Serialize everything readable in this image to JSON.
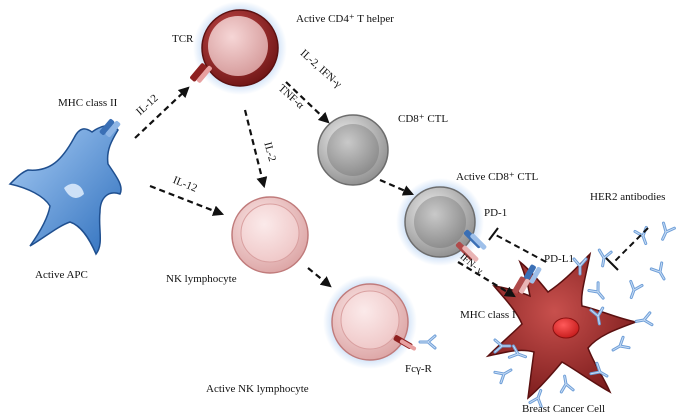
{
  "labels": {
    "active_cd4_t_helper": "Active  CD4⁺ T helper",
    "tcr": "TCR",
    "mhc_class_ii": "MHC class II",
    "il12_top": "IL-12",
    "il2_ifn": "IL-2, IFN-γ",
    "tnf_alpha": "TNF-α",
    "il2_mid": "IL-2",
    "cd8_ctl": "CD8⁺ CTL",
    "active_cd8_ctl": "Active  CD8⁺ CTL",
    "il12_bottom": "IL-12",
    "her2_antibodies": "HER2 antibodies",
    "pd1": "PD-1",
    "pdl1": "PD-L1",
    "active_apc": "Active  APC",
    "nk_lymphocyte": "NK lymphocyte",
    "ifn_gamma": "IFN- γ",
    "mhc_class_i": "MHC class I",
    "fcgr": "Fcγ-R",
    "active_nk": "Active  NK lymphocyte",
    "breast_cancer_cell": "Breast Cancer Cell"
  },
  "colors": {
    "apc_blue": "#4f8fd6",
    "cd4_red": "#9e2a2a",
    "cd4_inner": "#e8b9b9",
    "ctl_grey": "#a9a9a9",
    "nk_pink": "#f2c9c9",
    "tumor_red": "#a52b2b",
    "antibody_blue": "#7fa9df",
    "glow": "#9ec3f0"
  }
}
